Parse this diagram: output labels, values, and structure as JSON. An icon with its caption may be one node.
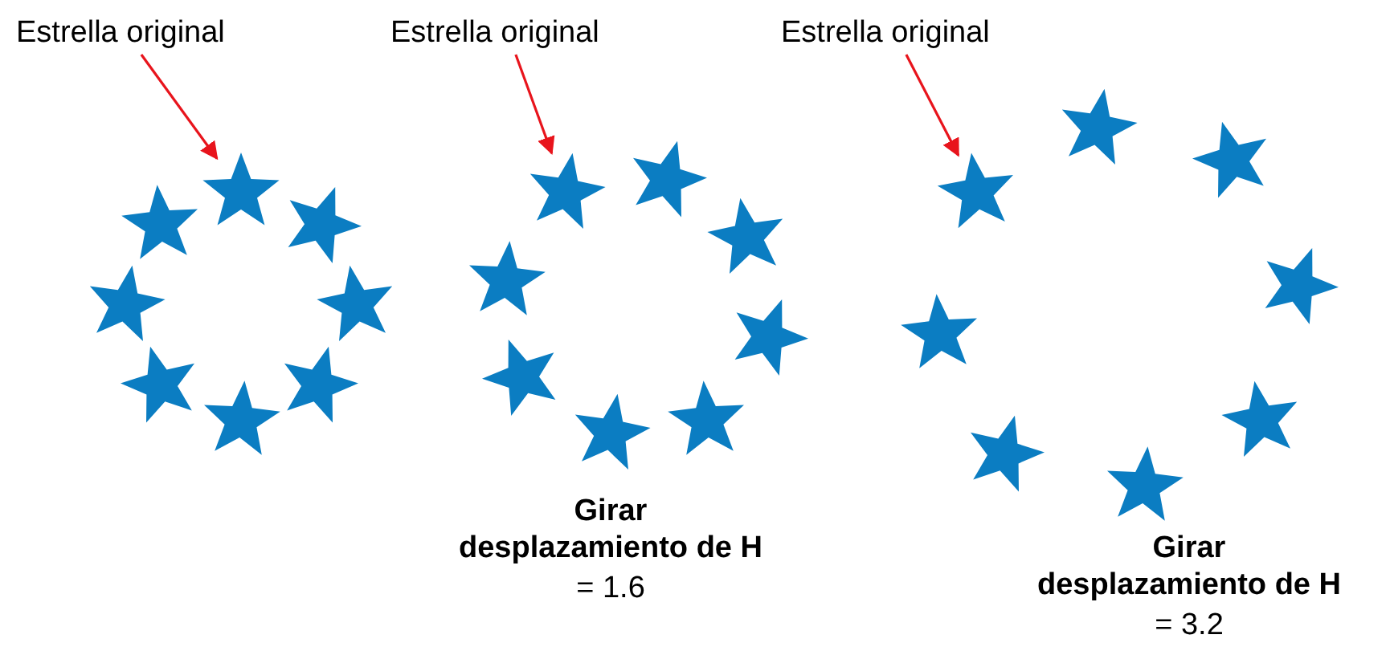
{
  "diagram": {
    "nodes": [
      {
        "text": [
          "Estrella original"
        ]
      },
      {
        "text": [],
        "shape": "star"
      },
      {
        "text": [
          "Estrella original"
        ]
      },
      {
        "text": [],
        "shape": "star"
      },
      {
        "text": [
          "Estrella original"
        ]
      },
      {
        "text": [],
        "shape": "star"
      }
    ],
    "edges": [
      {
        "from": 0,
        "to": 1,
        "arrow": "to"
      },
      {
        "from": 2,
        "to": 3,
        "arrow": "to"
      },
      {
        "from": 4,
        "to": 5,
        "arrow": "to"
      }
    ],
    "labels": [
      "Girar desplazamiento de H",
      "= 1.6",
      "Girar desplazamiento de H",
      "= 3.2"
    ]
  }
}
